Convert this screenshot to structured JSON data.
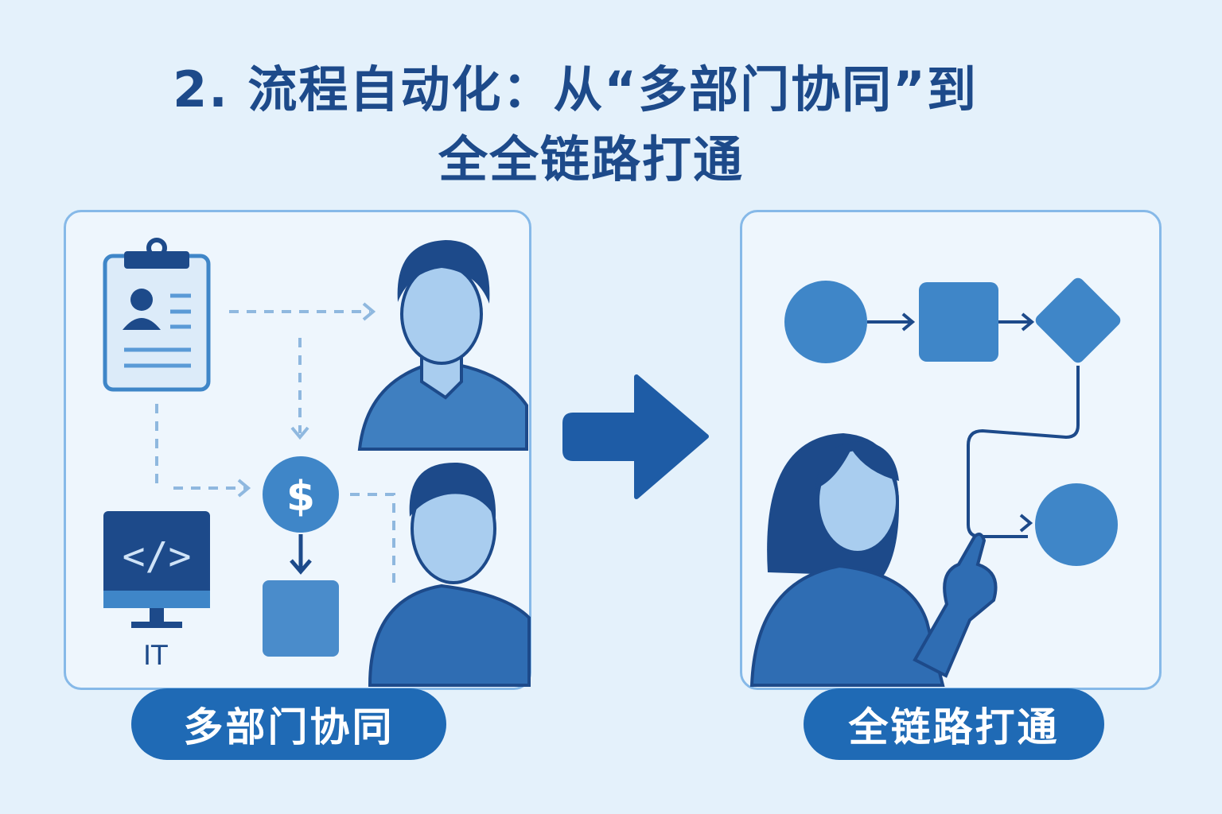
{
  "title": {
    "line1": "2. 流程自动化：从“多部门协同”到",
    "line2": "全全链路打通"
  },
  "left_panel": {
    "label": "多部门协同",
    "it_label": "IT"
  },
  "right_panel": {
    "label": "全链路打通"
  },
  "colors": {
    "background": "#e4f1fb",
    "title": "#1d4a8a",
    "accent": "#1f6ab5",
    "shape": "#3f86c8",
    "border": "#86b9e8"
  }
}
